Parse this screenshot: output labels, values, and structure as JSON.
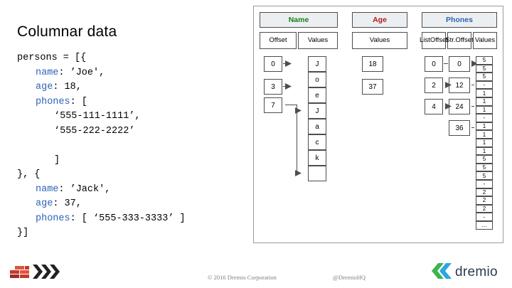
{
  "slide": {
    "title": "Columnar data"
  },
  "code": {
    "lines": [
      {
        "indent": 0,
        "segments": [
          {
            "t": "persons = [{",
            "c": "plain"
          }
        ]
      },
      {
        "indent": 1,
        "segments": [
          {
            "t": "name",
            "c": "kw"
          },
          {
            "t": ": ’Joe',",
            "c": "plain"
          }
        ]
      },
      {
        "indent": 1,
        "segments": [
          {
            "t": "age",
            "c": "kw"
          },
          {
            "t": ": 18,",
            "c": "plain"
          }
        ]
      },
      {
        "indent": 1,
        "segments": [
          {
            "t": "phones",
            "c": "kw"
          },
          {
            "t": ": [",
            "c": "plain"
          }
        ]
      },
      {
        "indent": 2,
        "segments": [
          {
            "t": "‘555-111-1111’,",
            "c": "plain"
          }
        ]
      },
      {
        "indent": 2,
        "segments": [
          {
            "t": "‘555-222-2222’",
            "c": "plain"
          }
        ]
      },
      {
        "indent": 0,
        "segments": [
          {
            "t": "",
            "c": "plain"
          }
        ]
      },
      {
        "indent": 2,
        "segments": [
          {
            "t": "]",
            "c": "plain"
          }
        ]
      },
      {
        "indent": 0,
        "segments": [
          {
            "t": "}, {",
            "c": "plain"
          }
        ]
      },
      {
        "indent": 1,
        "segments": [
          {
            "t": "name",
            "c": "kw"
          },
          {
            "t": ": ’Jack',",
            "c": "plain"
          }
        ]
      },
      {
        "indent": 1,
        "segments": [
          {
            "t": "age",
            "c": "kw"
          },
          {
            "t": ": 37,",
            "c": "plain"
          }
        ]
      },
      {
        "indent": 1,
        "segments": [
          {
            "t": "phones",
            "c": "kw"
          },
          {
            "t": ": [ ‘555-333-3333’ ]",
            "c": "plain"
          }
        ]
      },
      {
        "indent": 0,
        "segments": [
          {
            "t": "}]",
            "c": "plain"
          }
        ]
      }
    ]
  },
  "diagram": {
    "headers": [
      {
        "key": "name",
        "label": "Name"
      },
      {
        "key": "age",
        "label": "Age"
      },
      {
        "key": "phones",
        "label": "Phones"
      }
    ],
    "subheaders": {
      "name": [
        "Offset",
        "Values"
      ],
      "age": [
        "Values"
      ],
      "phones": [
        "List\nOffset",
        "Str.\nOffset",
        "Values"
      ]
    },
    "columns": {
      "name_offset": [
        "0",
        "3",
        "7"
      ],
      "name_values": [
        "J",
        "o",
        "e",
        "J",
        "a",
        "c",
        "k",
        ""
      ],
      "age_values": [
        "18",
        "37"
      ],
      "phones_list_offset": [
        "0",
        "2",
        "4"
      ],
      "phones_str_offset": [
        "0",
        "12",
        "24",
        "36"
      ],
      "phones_values": [
        "5",
        "5",
        "5",
        "-",
        "1",
        "1",
        "1",
        "-",
        "1",
        "1",
        "1",
        "1",
        "5",
        "5",
        "5",
        "-",
        "2",
        "2",
        "2",
        "-",
        "…"
      ]
    }
  },
  "footer": {
    "copyright": "© 2016 Dremio Corporation",
    "handle": "@DremioHQ",
    "brand": "dremio"
  }
}
